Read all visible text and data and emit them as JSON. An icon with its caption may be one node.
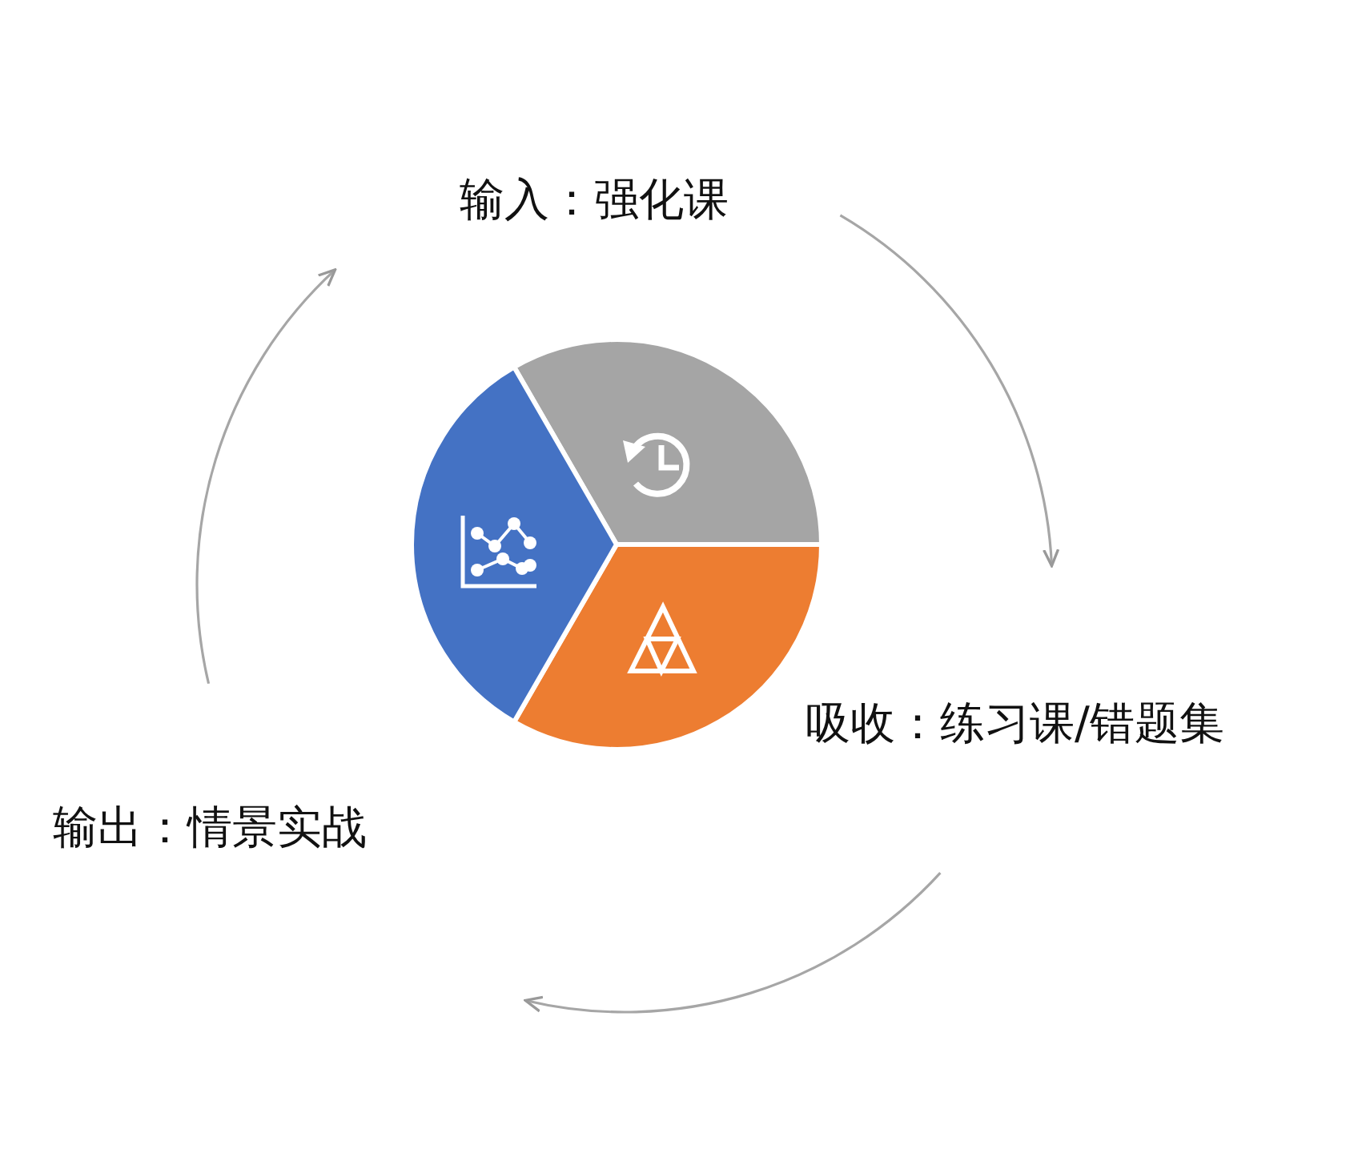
{
  "diagram": {
    "nodes": [
      {
        "text": [
          "输入：强化课"
        ]
      },
      {
        "text": [
          "吸收：练习课/错题集"
        ]
      },
      {
        "text": [
          "输出：情景实战"
        ]
      }
    ]
  }
}
